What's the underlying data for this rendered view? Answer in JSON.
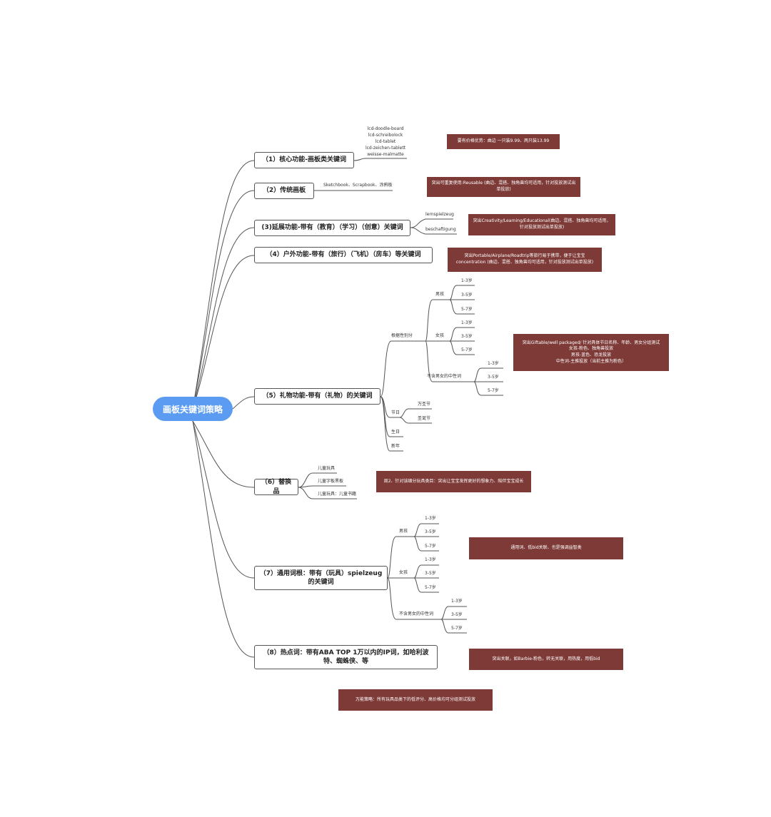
{
  "root": "画板关键词策略",
  "branches": {
    "b1": "（1）核心功能-画板类关键词",
    "b2": "（2）传统画板",
    "b3": "(3)延展功能-带有（教育）（学习）（创意）关键词",
    "b4": "（4）户外功能-带有（旅行）（飞机）（房车）等关键词",
    "b5": "（5）礼物功能-带有（礼物）的关键词",
    "b6": "（6）替换品",
    "b7": "（7）通用词根：带有（玩具）spielzeug 的关键词",
    "b8": "（8）热点词：带有ABA TOP 1万以内的IP词，如哈利波特、蜘蛛侠、等"
  },
  "b1_keywords": "lcd-doodle-board\nlcd-schreibolock\nlcd-tablet\nlcd-zeichen-tablett\nweisse-malmatte",
  "b2_keywords": "Sketchbook、Scrapbook、涂鸦板",
  "b3_keywords": {
    "k1": "lernspielzeug",
    "k2": "beschaftigung"
  },
  "b5_tree": {
    "gender": "根据性别分",
    "boys": "男孩",
    "girls": "女孩",
    "neutral": "不含男女的中性词",
    "age1": "1-3岁",
    "age2": "3-5岁",
    "age3": "5-7岁",
    "holiday": "节日",
    "h1": "万圣节",
    "h2": "圣诞节",
    "birthday": "生日",
    "newyear": "新年"
  },
  "b6_keywords": {
    "k1": "儿童玩具",
    "k2": "儿童字板黑板",
    "k3": "儿童玩具：儿童书籍"
  },
  "b7_tree": {
    "boys": "男孩",
    "girls": "女孩",
    "neutral": "不含男女的中性词",
    "age1": "1-3岁",
    "age2": "3-5岁",
    "age3": "5-7岁"
  },
  "notes": {
    "n1": "要有价格优势：曲边 一只装9.99、两只装13.99",
    "n2": "突出可重复使用:Reusable (曲边、混搭、独角兽均可适用，针对投放测试出单投放)",
    "n3": "突出Creativity/Learning/Educational(曲边、混搭、独角兽均可适用，针对投放测试出单投放)",
    "n4": "突出Portable/Airplane/Roadtrip等旅行易于携带，便于让宝宝concentration (曲边、混搭、独角兽均可适用，针对投放测试出单投放)",
    "n5": "突出Giftable/well packaged/ 针对具体节日名称、年龄、男女分组测试\n女孩-粉色、独角兽投放\n男孩-蓝色、恐龙投放\n中性词-主推投放（当前主推为粉色）",
    "n6": "周2、针对该细分玩具类目：突出让宝宝发挥更好的想象力、陪伴宝宝成长",
    "n7": "通用词、低bid关联、也是强调益智类",
    "n8": "突出关联，如Barbie-粉色，转无关联，用热度，用低bid",
    "n9": "万能策略：所有玩具品类下的低评分、高价格均可分组测试投放"
  },
  "colors": {
    "root": "#5b9cf2",
    "note": "#7d3a37",
    "line": "#444444"
  }
}
